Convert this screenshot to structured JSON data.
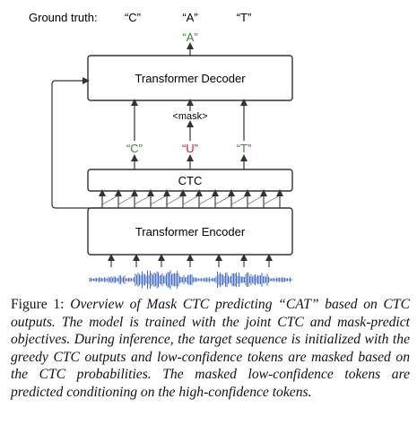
{
  "figure": {
    "ground_truth_label": "Ground truth:",
    "ground_truth_tokens": [
      "“C”",
      "“A”",
      "“T”"
    ],
    "decoder_output": "“A”",
    "decoder_label": "Transformer Decoder",
    "mask_token": "<mask>",
    "ctc_tokens": [
      {
        "text": "“C”",
        "color": "#3a8a2e"
      },
      {
        "text": "“U”",
        "color": "#d21f1f"
      },
      {
        "text": "“T”",
        "color": "#3a8a2e"
      }
    ],
    "ctc_label": "CTC",
    "encoder_label": "Transformer Encoder",
    "colors": {
      "confident": "#3a8a2e",
      "masked": "#d21f1f",
      "waveform": "#4a72c4",
      "box_stroke": "#333333"
    }
  },
  "caption": {
    "label": "Figure 1:",
    "text": "Overview of Mask CTC predicting “CAT” based on CTC outputs.  The model is trained with the joint CTC and mask-predict objectives. During inference, the target sequence is initialized with the greedy CTC outputs and low-confidence tokens are masked based on the CTC probabilities. The masked low-confidence tokens are predicted conditioning on the high-confidence tokens."
  }
}
